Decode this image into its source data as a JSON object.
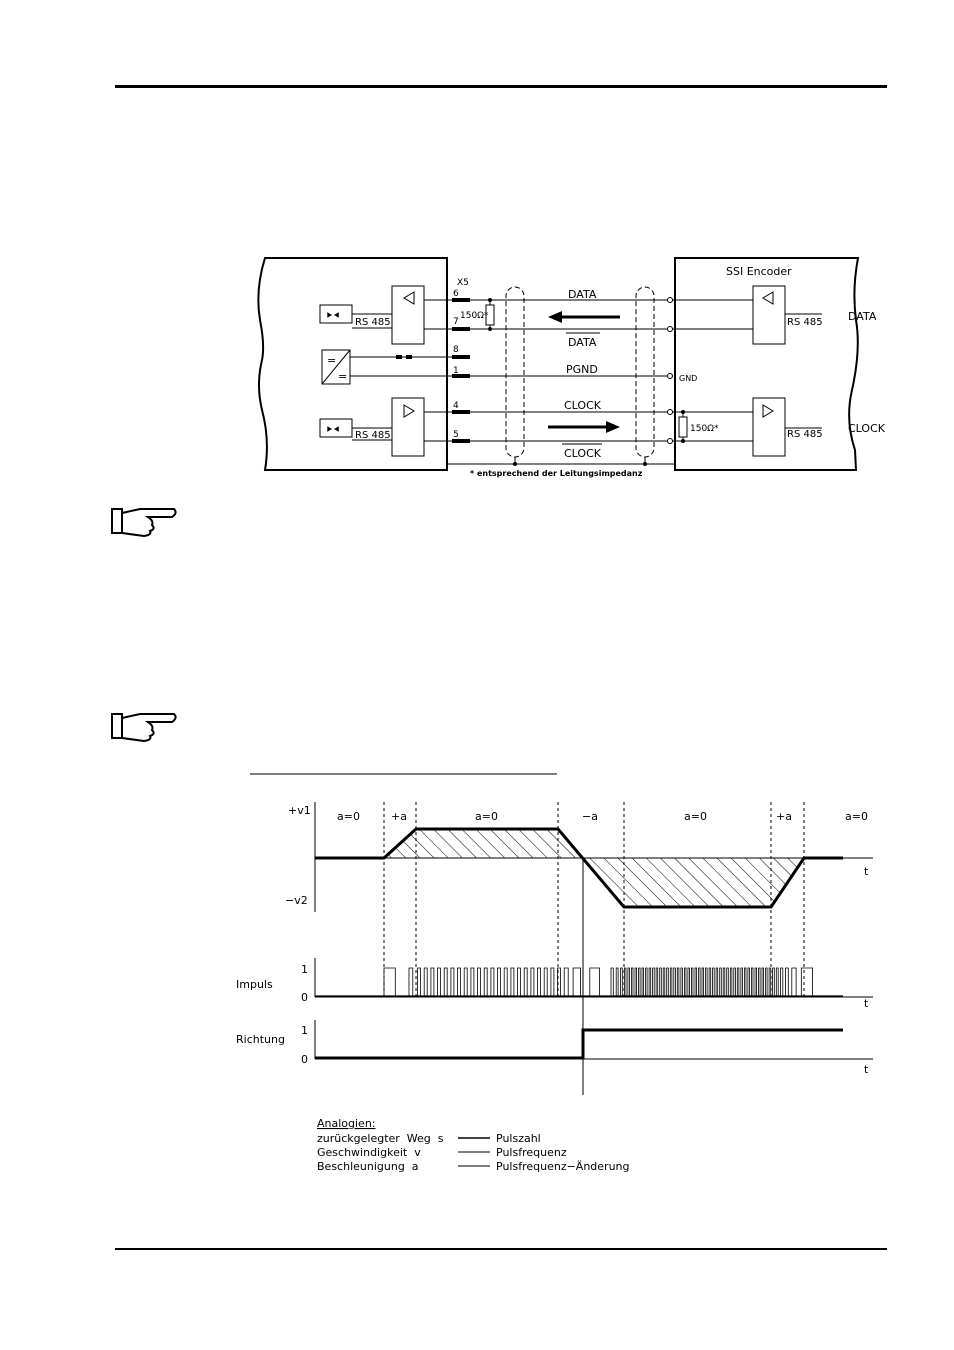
{
  "wiring": {
    "connector": "X5",
    "encoder_title": "SSI Encoder",
    "transceiver_label": "RS 485",
    "pins": [
      "6",
      "7",
      "8",
      "1",
      "4",
      "5"
    ],
    "signals": {
      "data": "DATA",
      "data_inv": "DATA",
      "pgnd": "PGND",
      "clock": "CLOCK",
      "clock_inv": "CLOCK"
    },
    "gnd_label": "GND",
    "resistor_label": "150Ω*",
    "side_labels": {
      "data": "DATA",
      "clock": "CLOCK"
    },
    "footnote": "* entsprechend der Leitungsimpedanz"
  },
  "timing": {
    "y_plus": "+v1",
    "y_minus": "−v2",
    "time_label": "t",
    "segments": [
      "a=0",
      "+a",
      "a=0",
      "−a",
      "a=0",
      "+a",
      "a=0"
    ],
    "impuls": {
      "label": "Impuls",
      "high": "1",
      "low": "0"
    },
    "richtung": {
      "label": "Richtung",
      "high": "1",
      "low": "0"
    }
  },
  "analogies": {
    "heading": "Analogien:",
    "rows": [
      {
        "left": "zurückgelegter  Weg  s",
        "right": "Pulszahl"
      },
      {
        "left": "Geschwindigkeit  v",
        "right": "Pulsfrequenz"
      },
      {
        "left": "Beschleunigung  a",
        "right": "Pulsfrequenz−Änderung"
      }
    ]
  }
}
